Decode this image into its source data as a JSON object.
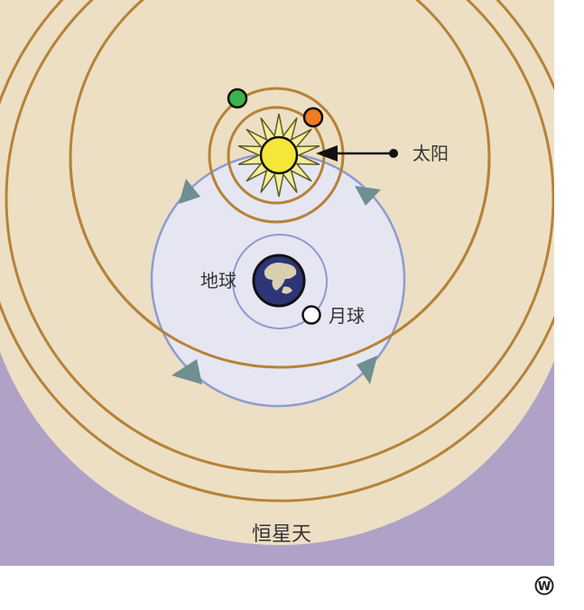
{
  "labels": {
    "sun": "太阳",
    "earth": "地球",
    "moon": "月球",
    "fixed_stars": "恒星天"
  },
  "badge": "W",
  "colors": {
    "sky_background": "#eddfc4",
    "fixed_stars_region": "#afa2c6",
    "orbit_rings": "#b58338",
    "earth_sphere": "#e6e6f2",
    "earth_sphere_outline": "#8f9bd0",
    "direction_arrows": "#6f8f92",
    "sun_core": "#f6e63a",
    "sun_rays": "#f2ee9a",
    "planet_green": "#3cb34a",
    "planet_orange": "#f07b22",
    "earth_ocean": "#2e3478",
    "earth_land": "#d8d0ae",
    "moon": "#ffffff"
  }
}
